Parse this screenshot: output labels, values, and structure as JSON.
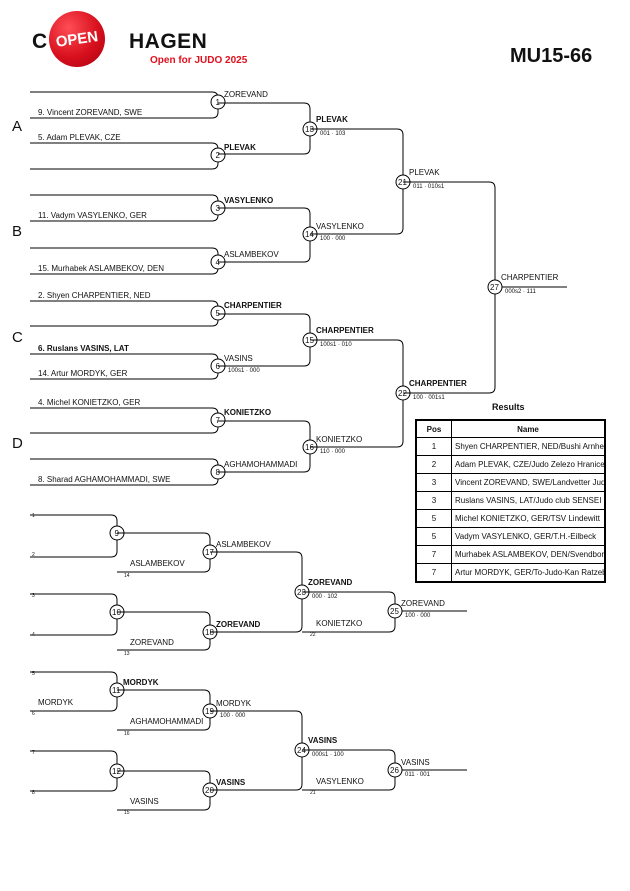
{
  "header": {
    "logo_c": "C",
    "logo_open": "OPEN",
    "logo_hagen": "HAGEN",
    "subtitle": "Open for JUDO 2025",
    "category": "MU15-66"
  },
  "pools": [
    "A",
    "B",
    "C",
    "D"
  ],
  "main_entries": [
    "9. Vincent ZOREVAND, SWE",
    "5. Adam PLEVAK, CZE",
    "11. Vadym VASYLENKO, GER",
    "15. Murhabek ASLAMBEKOV, DEN",
    "2. Shyen CHARPENTIER, NED",
    "6. Ruslans VASINS, LAT",
    "14. Artur MORDYK, GER",
    "4. Michel KONIETZKO, GER",
    "8. Sharad AGHAMOHAMMADI, SWE"
  ],
  "contests": [
    {
      "no": "1",
      "top": "ZOREVAND",
      "bottom": "",
      "score": ""
    },
    {
      "no": "2",
      "top": "PLEVAK",
      "bottom": "",
      "score": ""
    },
    {
      "no": "3",
      "top": "VASYLENKO",
      "bottom": "",
      "score": ""
    },
    {
      "no": "4",
      "top": "ASLAMBEKOV",
      "bottom": "",
      "score": ""
    },
    {
      "no": "5",
      "top": "CHARPENTIER",
      "bottom": "",
      "score": ""
    },
    {
      "no": "6",
      "top": "VASINS",
      "bottom": "",
      "score": "100s1 · 000"
    },
    {
      "no": "7",
      "top": "KONIETZKO",
      "bottom": "",
      "score": ""
    },
    {
      "no": "8",
      "top": "AGHAMOHAMMADI",
      "bottom": "",
      "score": ""
    },
    {
      "no": "13",
      "top": "PLEVAK",
      "bottom": "",
      "score": "001 · 103"
    },
    {
      "no": "14",
      "top": "VASYLENKO",
      "bottom": "",
      "score": "100 · 000"
    },
    {
      "no": "15",
      "top": "CHARPENTIER",
      "bottom": "",
      "score": "100s1 · 010"
    },
    {
      "no": "16",
      "top": "KONIETZKO",
      "bottom": "",
      "score": "110 · 000"
    },
    {
      "no": "21",
      "top": "PLEVAK",
      "bottom": "",
      "score": "011 · 010s1"
    },
    {
      "no": "22",
      "top": "CHARPENTIER",
      "bottom": "",
      "score": "100 · 001s1"
    },
    {
      "no": "27",
      "top": "CHARPENTIER",
      "bottom": "",
      "score": "000s2 · 111"
    },
    {
      "no": "9",
      "top": "",
      "bottom": "",
      "score": ""
    },
    {
      "no": "17",
      "top": "ASLAMBEKOV",
      "bottom": "ASLAMBEKOV",
      "score": ""
    },
    {
      "no": "10",
      "top": "",
      "bottom": "",
      "score": ""
    },
    {
      "no": "18",
      "top": "ZOREVAND",
      "bottom": "ZOREVAND",
      "score": ""
    },
    {
      "no": "23",
      "top": "ZOREVAND",
      "bottom": "KONIETZKO",
      "score": "000 · 102"
    },
    {
      "no": "25",
      "top": "ZOREVAND",
      "bottom": "",
      "score": "100 · 000"
    },
    {
      "no": "11",
      "top": "MORDYK",
      "bottom": "MORDYK",
      "score": ""
    },
    {
      "no": "19",
      "top": "MORDYK",
      "bottom": "AGHAMOHAMMADI",
      "score": "100 · 000"
    },
    {
      "no": "12",
      "top": "",
      "bottom": "",
      "score": ""
    },
    {
      "no": "20",
      "top": "VASINS",
      "bottom": "VASINS",
      "score": ""
    },
    {
      "no": "24",
      "top": "VASINS",
      "bottom": "VASYLENKO",
      "score": "000s1 · 100"
    },
    {
      "no": "26",
      "top": "VASINS",
      "bottom": "",
      "score": "011 · 001"
    }
  ],
  "repechage_slots": [
    "1",
    "2",
    "14",
    "3",
    "4",
    "13",
    "5",
    "6",
    "16",
    "7",
    "8",
    "15",
    "22",
    "21"
  ],
  "results": {
    "title": "Results",
    "headers": [
      "Pos",
      "Name"
    ],
    "rows": [
      {
        "pos": "1",
        "name": "Shyen CHARPENTIER, NED/Bushi Arnhem"
      },
      {
        "pos": "2",
        "name": "Adam PLEVAK, CZE/Judo Zelezo Hranice"
      },
      {
        "pos": "3",
        "name": "Vincent ZOREVAND, SWE/Landvetter Judoklubb"
      },
      {
        "pos": "3",
        "name": "Ruslans VASINS, LAT/Judo club SENSEI"
      },
      {
        "pos": "5",
        "name": "Michel KONIETZKO, GER/TSV Lindewitt"
      },
      {
        "pos": "5",
        "name": "Vadym VASYLENKO, GER/T.H.-Eilbeck"
      },
      {
        "pos": "7",
        "name": "Murhabek ASLAMBEKOV, DEN/Svendborg Judo"
      },
      {
        "pos": "7",
        "name": "Artur MORDYK, GER/To-Judo-Kan Ratzeburg"
      }
    ]
  }
}
